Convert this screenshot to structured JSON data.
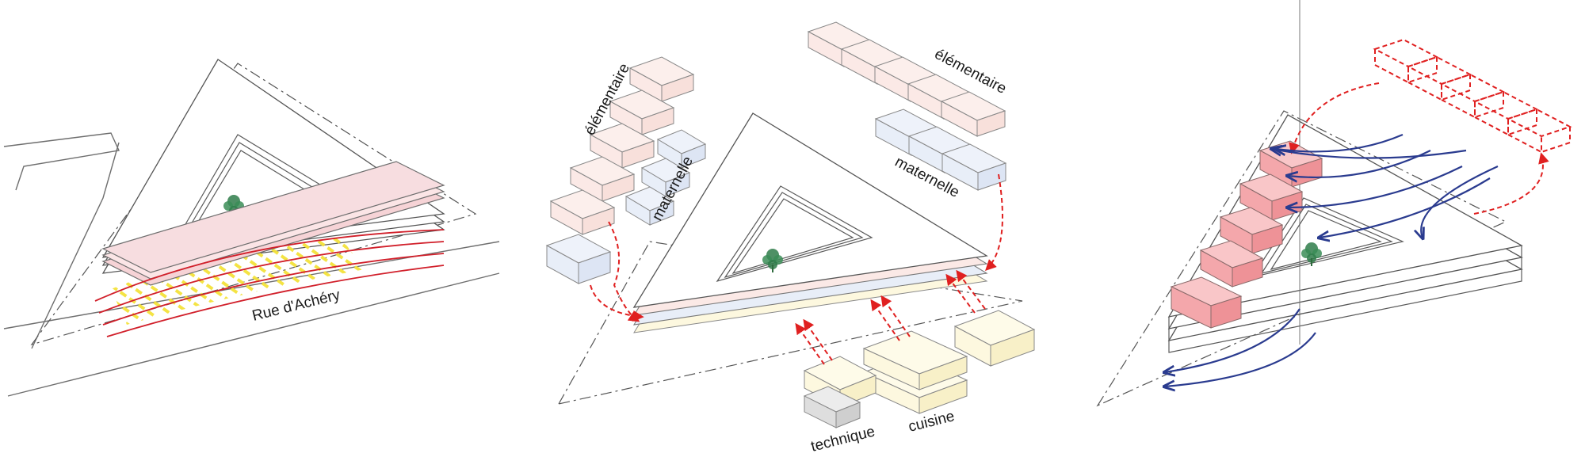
{
  "diagrams": [
    {
      "street_label": "Rue d'Achéry"
    },
    {
      "label_elementaire_left": "élémentaire",
      "label_maternelle_left": "maternelle",
      "label_elementaire_right": "élémentaire",
      "label_maternelle_right": "maternelle",
      "label_cuisine": "cuisine",
      "label_technique": "technique"
    },
    {}
  ],
  "colors": {
    "elementaire": "#fbe9e6",
    "maternelle": "#e8eef8",
    "cuisine_technique": "#fdf8df",
    "technique_grey": "#dedede",
    "highlight_pink": "#f6d3d6",
    "hot_pink": "#f4a7ab",
    "sun_yellow": "#f3e23a",
    "red_arrows": "#e02020",
    "wind_blue": "#2a3b8f",
    "tree_green": "#2f7d4a"
  },
  "icons": [
    "tree-icon",
    "dashed-arrow",
    "wind-arrow",
    "sun-path-curve"
  ]
}
